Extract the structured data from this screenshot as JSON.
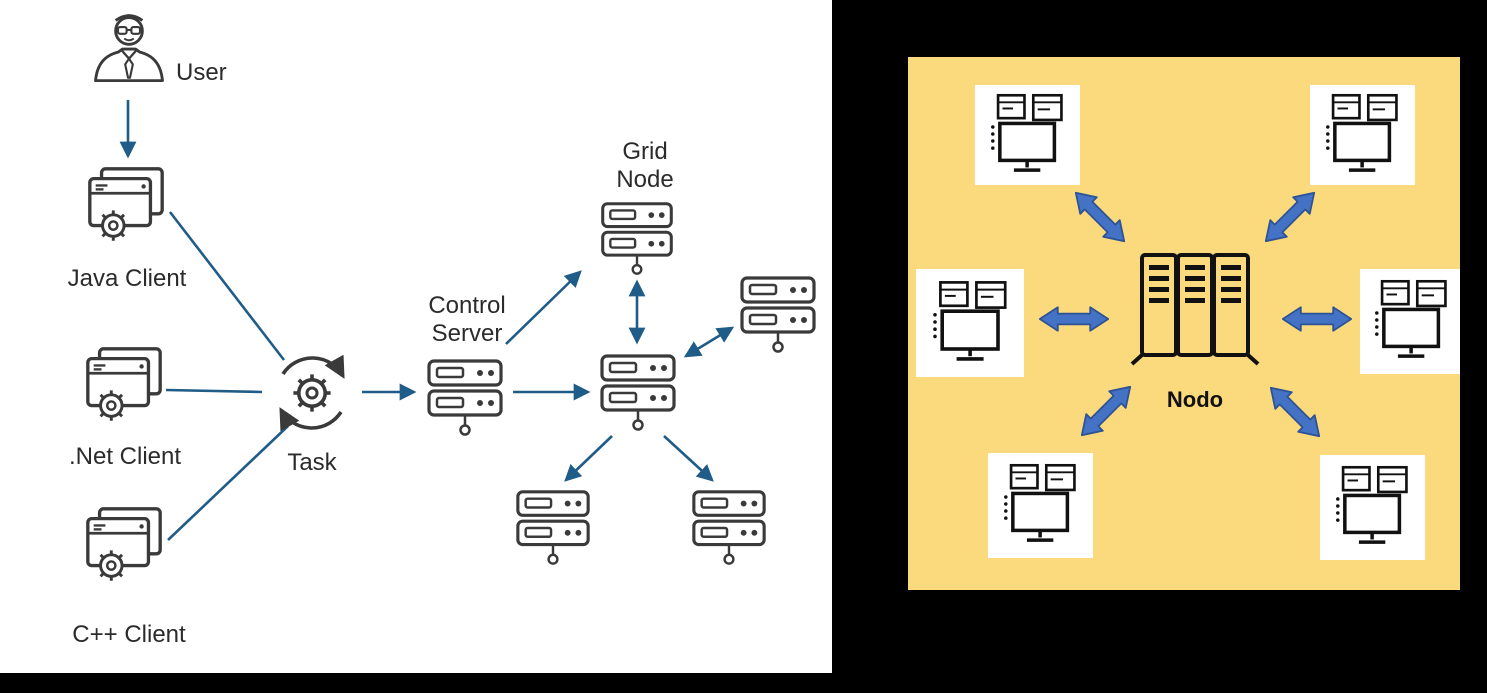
{
  "left_diagram": {
    "user_label": "User",
    "java_client_label": "Java Client",
    "net_client_label": ".Net Client",
    "cpp_client_label": "C++ Client",
    "task_label": "Task",
    "control_server_line1": "Control",
    "control_server_line2": "Server",
    "grid_node_line1": "Grid",
    "grid_node_line2": "Node"
  },
  "right_diagram": {
    "node_label": "Nodo"
  },
  "colors": {
    "left_background": "#FFFFFF",
    "canvas_background": "#000000",
    "left_connector_blue": "#1F5C87",
    "icon_stroke_gray": "#3A3A3A",
    "right_panel_yellow": "#FBDA7D",
    "right_arrow_blue": "#4472C4",
    "right_arrow_border": "#2E5395"
  },
  "icons": {
    "user-icon": "person-bust-with-glasses-and-tie",
    "client-icon": "browser-window-with-gear",
    "task-icon": "gear-with-circular-arrows",
    "server-icon": "two-bay-rack-server-with-stand",
    "central-rack-icon": "three-column-server-rack",
    "workstation-icon": "desktop-computer-with-monitors",
    "double-arrow-icon": "thick-double-headed-blue-arrow"
  }
}
